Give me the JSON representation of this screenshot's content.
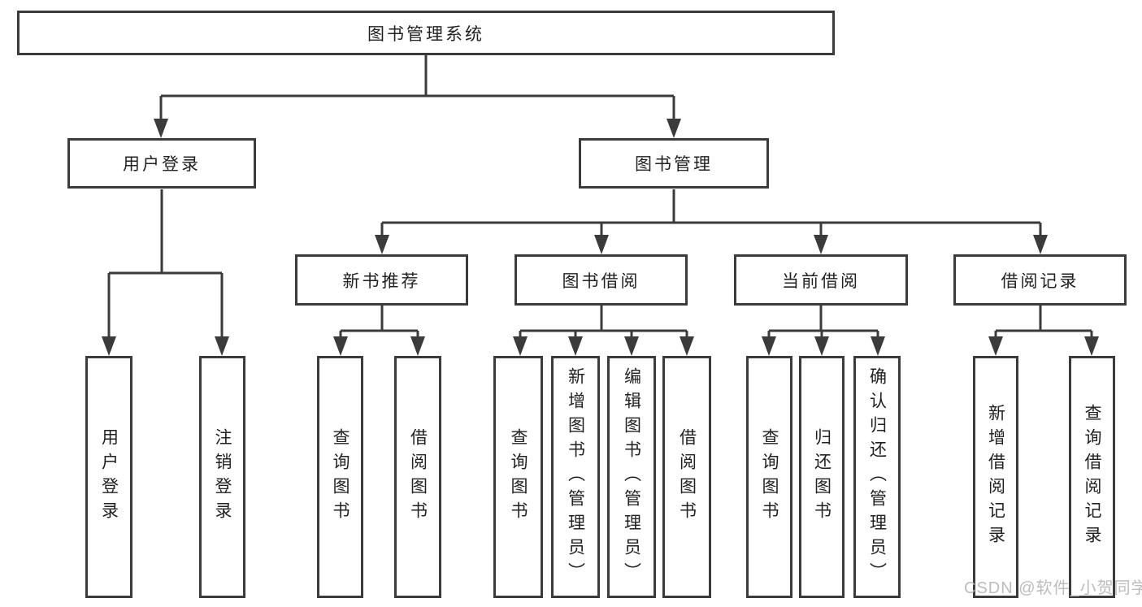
{
  "diagram_type": "tree",
  "colors": {
    "line": "#3b3b3b",
    "box_border": "#3b3b3b",
    "box_fill": "#ffffff",
    "text": "#212121",
    "watermark": "#b9b9b9",
    "background": "#ffffff"
  },
  "nodes": {
    "root": {
      "label": "图书管理系统"
    },
    "user_login": {
      "label": "用户登录"
    },
    "book_mgmt": {
      "label": "图书管理"
    },
    "new_book_rec": {
      "label": "新书推荐"
    },
    "book_borrow": {
      "label": "图书借阅"
    },
    "current_borrow": {
      "label": "当前借阅"
    },
    "borrow_record": {
      "label": "借阅记录"
    },
    "leaf_user_login": {
      "label": "用户登录"
    },
    "leaf_logout": {
      "label": "注销登录"
    },
    "leaf_query_book_1": {
      "label": "查询图书"
    },
    "leaf_borrow_book_1": {
      "label": "借阅图书"
    },
    "leaf_query_book_2": {
      "label": "查询图书"
    },
    "leaf_add_book": {
      "label": "新增图书（管理员）"
    },
    "leaf_edit_book": {
      "label": "编辑图书（管理员）"
    },
    "leaf_borrow_book_2": {
      "label": "借阅图书"
    },
    "leaf_query_book_3": {
      "label": "查询图书"
    },
    "leaf_return_book": {
      "label": "归还图书"
    },
    "leaf_confirm_return": {
      "label": "确认归还（管理员）"
    },
    "leaf_add_record": {
      "label": "新增借阅记录"
    },
    "leaf_query_record": {
      "label": "查询借阅记录"
    }
  },
  "structure": {
    "root": "root",
    "edges": [
      [
        "root",
        "user_login"
      ],
      [
        "root",
        "book_mgmt"
      ],
      [
        "user_login",
        "leaf_user_login"
      ],
      [
        "user_login",
        "leaf_logout"
      ],
      [
        "book_mgmt",
        "new_book_rec"
      ],
      [
        "book_mgmt",
        "book_borrow"
      ],
      [
        "book_mgmt",
        "current_borrow"
      ],
      [
        "book_mgmt",
        "borrow_record"
      ],
      [
        "new_book_rec",
        "leaf_query_book_1"
      ],
      [
        "new_book_rec",
        "leaf_borrow_book_1"
      ],
      [
        "book_borrow",
        "leaf_query_book_2"
      ],
      [
        "book_borrow",
        "leaf_add_book"
      ],
      [
        "book_borrow",
        "leaf_edit_book"
      ],
      [
        "book_borrow",
        "leaf_borrow_book_2"
      ],
      [
        "current_borrow",
        "leaf_query_book_3"
      ],
      [
        "current_borrow",
        "leaf_return_book"
      ],
      [
        "current_borrow",
        "leaf_confirm_return"
      ],
      [
        "borrow_record",
        "leaf_add_record"
      ],
      [
        "borrow_record",
        "leaf_query_record"
      ]
    ]
  },
  "watermark": {
    "text": "CSDN @软件_小贺同学"
  }
}
